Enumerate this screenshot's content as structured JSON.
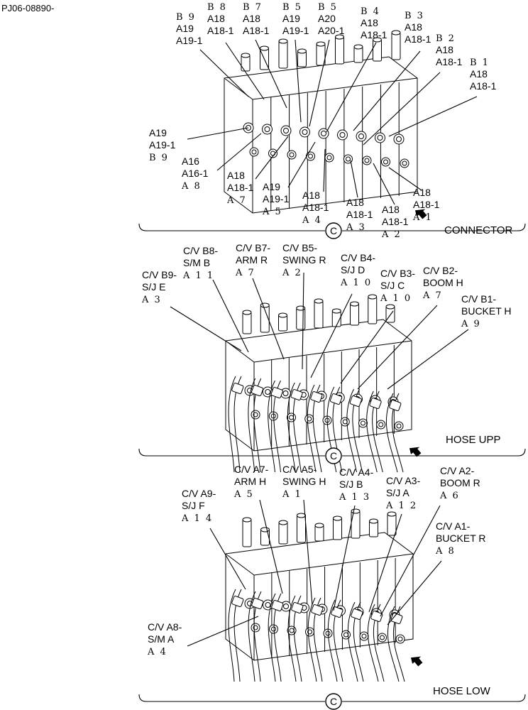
{
  "page_id": "PJ06-08890-",
  "sections": [
    {
      "title": "CONNECTOR",
      "callout": "C",
      "labels": [
        {
          "id": "b9",
          "lines": [
            "B 9",
            "A19",
            "A19-1"
          ]
        },
        {
          "id": "b8",
          "lines": [
            "B 8",
            "A18",
            "A18-1"
          ]
        },
        {
          "id": "b7",
          "lines": [
            "B 7",
            "A18",
            "A18-1"
          ]
        },
        {
          "id": "b5a",
          "lines": [
            "B 5",
            "A19",
            "A19-1"
          ]
        },
        {
          "id": "b5b",
          "lines": [
            "B 5",
            "A20",
            "A20-1"
          ]
        },
        {
          "id": "b4",
          "lines": [
            "B 4",
            "A18",
            "A18-1"
          ]
        },
        {
          "id": "b3",
          "lines": [
            "B 3",
            "A18",
            "A18-1"
          ]
        },
        {
          "id": "b2",
          "lines": [
            "B 2",
            "A18",
            "A18-1"
          ]
        },
        {
          "id": "b1",
          "lines": [
            "B 1",
            "A18",
            "A18-1"
          ]
        },
        {
          "id": "a9",
          "lines": [
            "A19",
            "A19-1",
            "B 9"
          ]
        },
        {
          "id": "a8",
          "lines": [
            "A16",
            "A16-1",
            "A 8"
          ]
        },
        {
          "id": "a7",
          "lines": [
            "A18",
            "A18-1",
            "A 7"
          ]
        },
        {
          "id": "a5",
          "lines": [
            "A19",
            "A19-1",
            "A 5"
          ]
        },
        {
          "id": "a4",
          "lines": [
            "A18",
            "A18-1",
            "A 4"
          ]
        },
        {
          "id": "a3",
          "lines": [
            "A18",
            "A18-1",
            "A 3"
          ]
        },
        {
          "id": "a2",
          "lines": [
            "A18",
            "A18-1",
            "A 2"
          ]
        },
        {
          "id": "a1",
          "lines": [
            "A18",
            "A18-1",
            "A 1"
          ]
        }
      ]
    },
    {
      "title": "HOSE UPP",
      "callout": "C",
      "labels": [
        {
          "id": "b8",
          "lines": [
            "C/V B8-",
            "S/M B",
            "A 1 1"
          ]
        },
        {
          "id": "b7",
          "lines": [
            "C/V B7-",
            "ARM R",
            "A 7"
          ]
        },
        {
          "id": "b5",
          "lines": [
            "C/V B5-",
            "SWING R",
            "A 2"
          ]
        },
        {
          "id": "b4",
          "lines": [
            "C/V B4-",
            "S/J D",
            "A 1 0"
          ]
        },
        {
          "id": "b9",
          "lines": [
            "C/V B9-",
            "S/J E",
            "A 3"
          ]
        },
        {
          "id": "b3",
          "lines": [
            "C/V B3-",
            "S/J C",
            "A 1 0"
          ]
        },
        {
          "id": "b2",
          "lines": [
            "C/V B2-",
            "BOOM H",
            "A 7"
          ]
        },
        {
          "id": "b1",
          "lines": [
            "C/V B1-",
            "BUCKET H",
            "A 9"
          ]
        }
      ]
    },
    {
      "title": "HOSE LOW",
      "callout": "C",
      "labels": [
        {
          "id": "a7",
          "lines": [
            "C/V A7-",
            "ARM H",
            "A 5"
          ]
        },
        {
          "id": "a5",
          "lines": [
            "C/V A5-",
            "SWING H",
            "A 1"
          ]
        },
        {
          "id": "a4",
          "lines": [
            "C/V A4-",
            "S/J B",
            "A 1 3"
          ]
        },
        {
          "id": "a3",
          "lines": [
            "C/V A3-",
            "S/J A",
            "A 1 2"
          ]
        },
        {
          "id": "a2",
          "lines": [
            "C/V A2-",
            "BOOM R",
            "A 6"
          ]
        },
        {
          "id": "a9",
          "lines": [
            "C/V A9-",
            "S/J F",
            "A 1 4"
          ]
        },
        {
          "id": "a1",
          "lines": [
            "C/V A1-",
            "BUCKET R",
            "A 8"
          ]
        },
        {
          "id": "a8",
          "lines": [
            "C/V A8-",
            "S/M A",
            "A 4"
          ]
        }
      ]
    }
  ]
}
